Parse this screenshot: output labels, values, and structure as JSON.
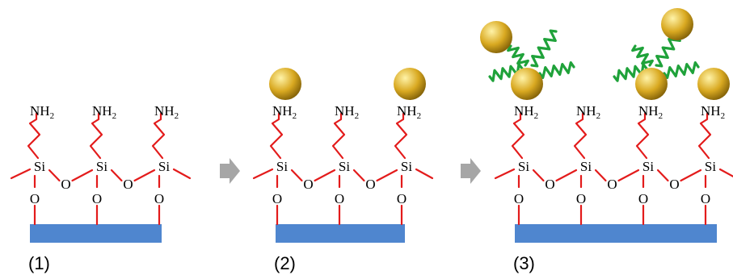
{
  "figure": {
    "colors": {
      "substrate": "#4f86cf",
      "bond": "#e31b1b",
      "arrow": "#a6a6a6",
      "dna": "#1fa23a",
      "gold_light": "#fff3a8",
      "gold_mid": "#d9a921",
      "gold_dark": "#7a5a05"
    },
    "icons": {
      "arrow": "gray-right-arrow-icon",
      "particle": "gold-nanoparticle-icon",
      "strand": "green-wavy-strand-icon"
    },
    "labels": {
      "amine": "NH",
      "amine_sub": "2",
      "silicon": "Si",
      "oxygen": "O"
    },
    "panels": [
      {
        "id": "panel-1",
        "step_label": "(1)",
        "sites": 3,
        "particles": [],
        "strand_groups": []
      },
      {
        "id": "panel-2",
        "step_label": "(2)",
        "sites": 3,
        "particles": [
          0,
          2
        ],
        "strand_groups": []
      },
      {
        "id": "panel-3",
        "step_label": "(3)",
        "sites": 4,
        "particles": [
          0,
          2,
          3
        ],
        "strand_groups": [
          0,
          2
        ]
      }
    ]
  }
}
